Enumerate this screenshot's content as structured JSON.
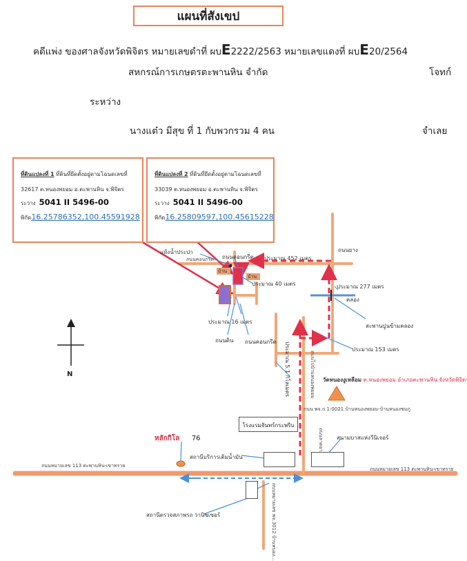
{
  "header": {
    "title": "แผนที่สังเขป",
    "case_line_1": "คดีแพ่ง   ของศาลจังหวัดพิจิตร  หมายเลขดำที่ ผบ",
    "case_black_letter": "E",
    "case_black_num": "2222/2563",
    "case_red_prefix": "หมายเลขแดงที่ ผบ",
    "case_red_letter": "E",
    "case_red_num": "20/2564",
    "plaintiff": "สหกรณ์การเกษตรตะพานหิน  จำกัด",
    "plaintiff_role": "โจทก์",
    "between": "ระหว่าง",
    "defendant": "นางแต๋ว  มีสุข  ที่ 1 กับพวกรวม 4       คน",
    "defendant_role": "จำเลย"
  },
  "plots": [
    {
      "title": "ที่ดินแปลงที่ 1",
      "title_suffix": " ที่ดินที่ยึดตั้งอยู่ตามโฉนดเลขที่",
      "deed_line": "32617   ต.หนองพยอม  อ.ตะพานหิน จ.พิจิตร",
      "grid_prefix": "ระวาง",
      "grid": "5041 II 5496-00",
      "coord_prefix": "พิกัด",
      "coord": "16.25786352,100.45591928"
    },
    {
      "title": "ที่ดินแปลงที่ 2",
      "title_suffix": " ที่ดินที่ยึดตั้งอยู่ตามโฉนดเลขที่",
      "deed_line": "33039   ต.หนองพยอม  อ.ตะพานหิน จ.พิจิตร",
      "grid_prefix": "ระวาง",
      "grid": "5041 II 5496-00",
      "coord_prefix": "พิกัด",
      "coord": "16.25809597,100.45615228"
    }
  ],
  "map": {
    "water_tap": "แท้งน้ำประปา",
    "concrete_road_small": "ถนนคอนกรีต",
    "concrete_road_top": "ถนนคอนกรีต",
    "house_1": "บ้าน",
    "house_2": "บ้าน",
    "dist_452": "ประมาณ  452  เมตร",
    "asphalt_road": "ถนนยาง",
    "dist_40": "ประมาณ  40  เมตร",
    "dist_277": "ประมาณ  277  เมตร",
    "canal": "คลอง",
    "canal_bridge": "สะพานปูนข้ามคลอง",
    "dist_16": "ประมาณ  16  เมตร",
    "dirt_road": "ถนนดิน",
    "concrete_road_bottom": "ถนนคอนกรีต",
    "dist_153": "ประมาณ  153  เมตร",
    "dist_5km": "ประมาณ  5.1  กิโลเมตร",
    "road_vertical_label": "ถนนไปบ้านหนองพยอม",
    "temple": "วัดหนองงูเหลือม",
    "temple_addr": " ต.หนองพยอม อำเภอตะพานหิน จังหวัดพิจิตร",
    "road_small": "ถนน พจ.ถ 1-0021   บ้านหนองพยอม-บ้านหนองชมภู",
    "north": "N",
    "factory": "โรงแรมจันทร์กระพริบ",
    "asphalt_road_vertical": "ถนนลาดยาง",
    "km_marker": "หลักกิโล",
    "km_number": "76",
    "gas_station": "สถานีบริการเติมน้ำมัน",
    "school": "สนามบาสแห่งวีนิเจอร์",
    "highway_left": "ถนนหมายเลข  113   ตะพานหิน-เขาทราย",
    "highway_right": "ถนนหมายเลข  113   ตะพานหิน-เขาทราย",
    "road_south_label": "ถนนหมายเลข พจ.3012 บ้านหนอง...",
    "police": "สถานีตรวจสภาพรถ  วานิชเซอร์"
  }
}
